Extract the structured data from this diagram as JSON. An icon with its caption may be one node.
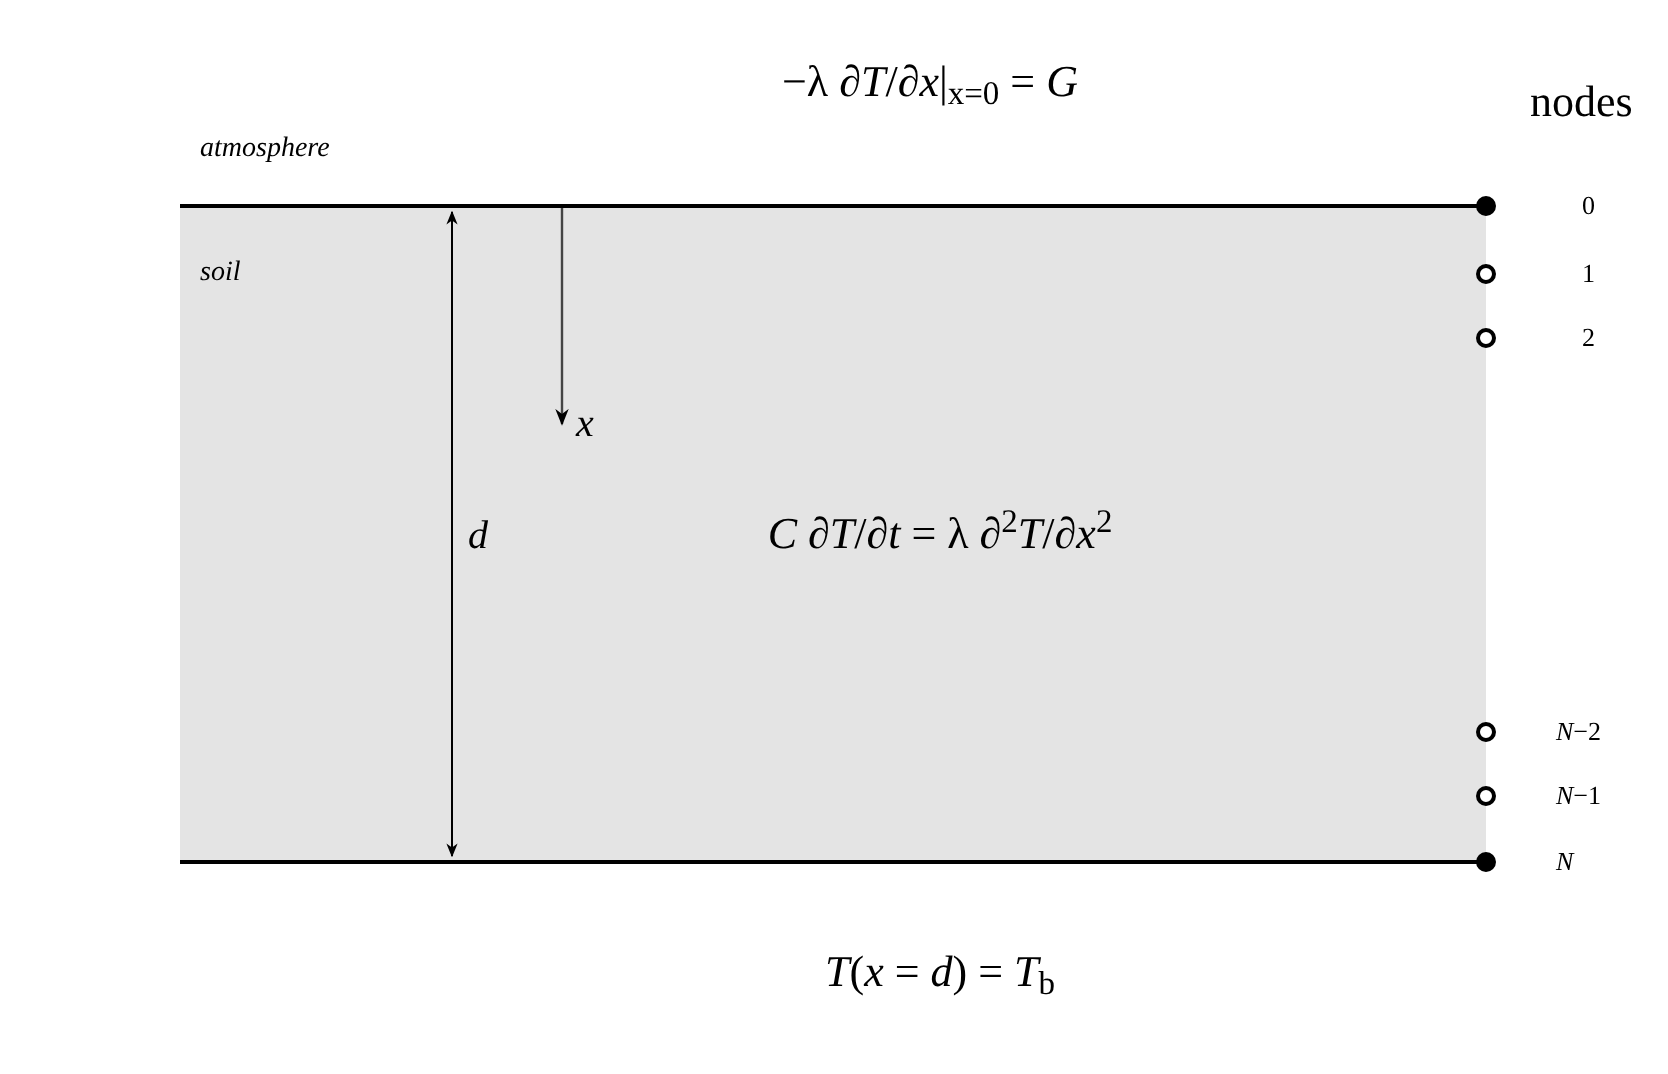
{
  "diagram": {
    "nodes": [
      {
        "text": [
          "soil"
        ]
      },
      {
        "text": [],
        "shape": "dot",
        "beside": [
          "0"
        ]
      },
      {
        "text": [],
        "shape": "circle",
        "beside": [
          "1"
        ]
      },
      {
        "text": [],
        "shape": "circle",
        "beside": [
          "2"
        ]
      },
      {
        "text": [],
        "shape": "circle",
        "beside": [
          "*N*−2"
        ]
      },
      {
        "text": [],
        "shape": "circle",
        "beside": [
          "*N*−1"
        ]
      },
      {
        "text": [],
        "shape": "dot",
        "beside": [
          "*N*"
        ]
      }
    ],
    "edges": [],
    "labels": [
      "−λ *∂T*/*∂x*|$_{x=0}$ = *G*",
      "nodes",
      "atmosphere",
      "*x*",
      "*d*",
      "*C* *∂T*/*∂t* = λ *∂*$^{2}$*T*/*∂x*$^{2}$",
      "*T*(*x* = *d*) = *T*$_{b}$"
    ]
  }
}
